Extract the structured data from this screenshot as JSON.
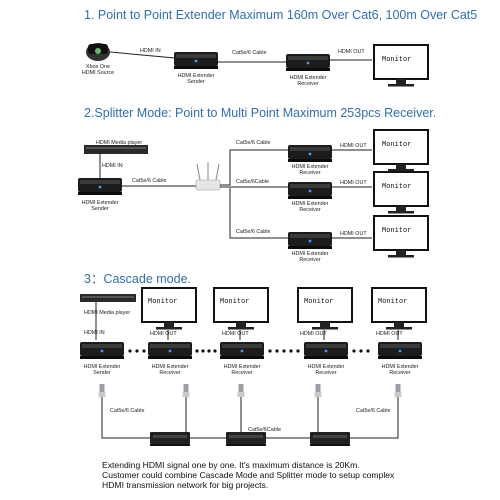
{
  "sections": {
    "s1": {
      "title": "1. Point to Point Extender Maximum 160m Over Cat6, 100m Over Cat5",
      "source_label_1": "Xbox One",
      "source_label_2": "HDMI Source",
      "hdmi_in": "HDMI IN",
      "cable": "Cat5e/6 Cable",
      "hdmi_out": "HDMI OUT",
      "sender_1": "HDMI Extender",
      "sender_2": "Sender",
      "receiver_1": "HDMI Extender",
      "receiver_2": "Receiver",
      "monitor": "Monitor"
    },
    "s2": {
      "title": "2.Splitter Mode:  Point to Multi Point  Maximum 253pcs Receiver.",
      "player": "HDMI Media player",
      "hdmi_in": "HDMI IN",
      "cable_main": "Cat5e/6 Cable",
      "sender_1": "HDMI Extender",
      "sender_2": "Sender",
      "cable_a": "Cat5e/6 Cable",
      "cable_b": "Cat5e/6Cable",
      "cable_c": "Cat5e/6 Cable",
      "hdmi_out": "HDMI OUT",
      "receiver_1": "HDMI Extender",
      "receiver_2": "Receiver",
      "monitor": "Monitor"
    },
    "s3": {
      "title": "3：Cascade mode.",
      "player": "HDMI Media player",
      "hdmi_in": "HDMI IN",
      "hdmi_out": "HDMI OUT",
      "sender_1": "HDMI Extender",
      "sender_2": "Sender",
      "receiver_1": "HDMI Extender",
      "receiver_2": "Receiver",
      "cable_left": "Cat5e/6 Cable",
      "cable_mid": "Cat5e/6Cable",
      "cable_right": "Cat5e/6 Cable",
      "monitor": "Monitor",
      "note_1": "Extending HDMI signal one by one. It's maximum distance is 20Km.",
      "note_2": "Customer could combine Cascade Mode and Splitter mode to setup complex",
      "note_3": "HDMI transmission network for big projects."
    }
  },
  "colors": {
    "title": "#2f6fb3",
    "device": "#1c1c1c",
    "screen": "#ffffff",
    "led": "#3aa0ff"
  }
}
